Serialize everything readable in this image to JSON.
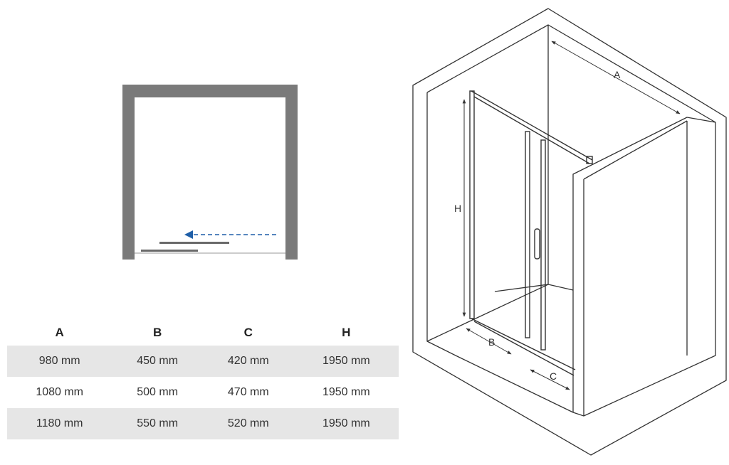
{
  "table": {
    "headers": [
      "A",
      "B",
      "C",
      "H"
    ],
    "rows": [
      [
        "980 mm",
        "450 mm",
        "420 mm",
        "1950 mm"
      ],
      [
        "1080 mm",
        "500 mm",
        "470 mm",
        "1950 mm"
      ],
      [
        "1180 mm",
        "550 mm",
        "520 mm",
        "1950 mm"
      ]
    ]
  },
  "iso_labels": {
    "a": "A",
    "b": "B",
    "c": "C",
    "h": "H"
  },
  "colors": {
    "wall": "#7a7a7a",
    "arrow": "#1f5fa8",
    "line": "#333333",
    "row_shade": "#e6e6e6"
  }
}
